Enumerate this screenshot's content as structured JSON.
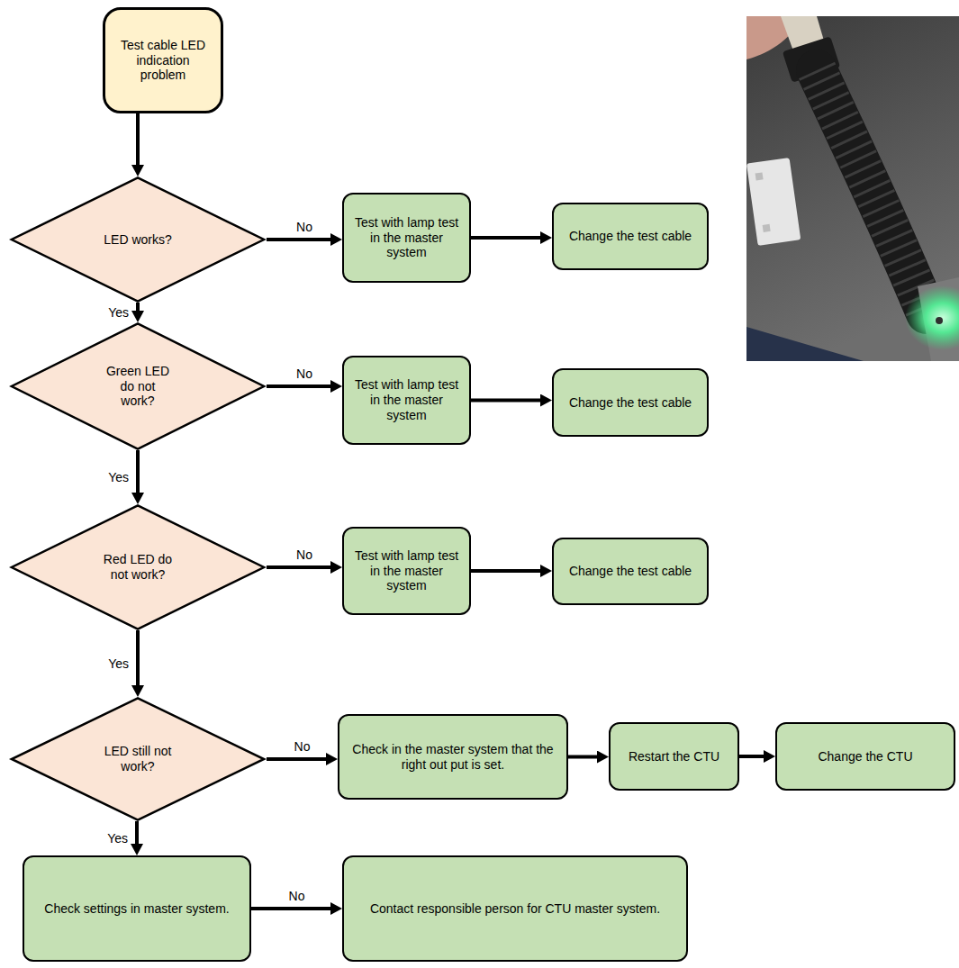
{
  "diagram": {
    "nodes": [
      {
        "text": [
          "Test cable LED indication problem"
        ]
      },
      {
        "text": [
          "LED works?"
        ]
      },
      {
        "text": [
          "Test with lamp test in the master system"
        ]
      },
      {
        "text": [
          "Change the test cable"
        ]
      },
      {
        "text": [
          "Green LED do not work?"
        ]
      },
      {
        "text": [
          "Test with lamp test in the master system"
        ]
      },
      {
        "text": [
          "Change the test cable"
        ]
      },
      {
        "text": [
          "Red LED do not work?"
        ]
      },
      {
        "text": [
          "Test with lamp test in the master system"
        ]
      },
      {
        "text": [
          "Change the test cable"
        ]
      },
      {
        "text": [
          "LED still not work?"
        ]
      },
      {
        "text": [
          "Check in the master system that the right out put is set."
        ]
      },
      {
        "text": [
          "Restart the CTU"
        ]
      },
      {
        "text": [
          "Change the CTU"
        ]
      },
      {
        "text": [
          "Check settings in master system."
        ]
      },
      {
        "text": [
          "Contact responsible person for CTU master system."
        ]
      }
    ],
    "edges": [
      {
        "from": 0,
        "to": 1,
        "arrow": "to"
      },
      {
        "from": 1,
        "to": 2,
        "label": "No",
        "arrow": "to"
      },
      {
        "from": 2,
        "to": 3,
        "arrow": "to"
      },
      {
        "from": 1,
        "to": 4,
        "label": "Yes",
        "arrow": "to"
      },
      {
        "from": 4,
        "to": 5,
        "label": "No",
        "arrow": "to"
      },
      {
        "from": 5,
        "to": 6,
        "arrow": "to"
      },
      {
        "from": 4,
        "to": 7,
        "label": "Yes",
        "arrow": "to"
      },
      {
        "from": 7,
        "to": 8,
        "label": "No",
        "arrow": "to"
      },
      {
        "from": 8,
        "to": 9,
        "arrow": "to"
      },
      {
        "from": 7,
        "to": 10,
        "label": "Yes",
        "arrow": "to"
      },
      {
        "from": 10,
        "to": 11,
        "label": "No",
        "arrow": "to"
      },
      {
        "from": 11,
        "to": 12,
        "arrow": "to"
      },
      {
        "from": 12,
        "to": 13,
        "arrow": "to"
      },
      {
        "from": 10,
        "to": 14,
        "label": "Yes",
        "arrow": "to"
      },
      {
        "from": 14,
        "to": 15,
        "label": "No",
        "arrow": "to"
      }
    ]
  }
}
